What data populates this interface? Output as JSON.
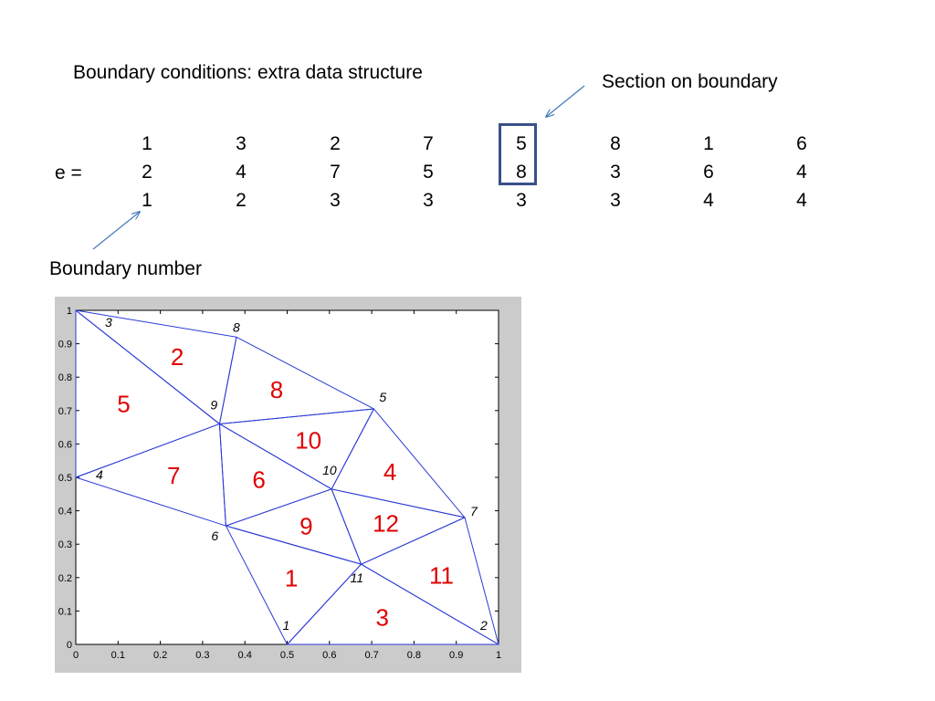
{
  "title": "Boundary conditions: extra data structure",
  "section_label": "Section on boundary",
  "boundary_label": "Boundary number",
  "matrix": {
    "label": "e =",
    "rows": [
      [
        "1",
        "3",
        "2",
        "7",
        "5",
        "8",
        "1",
        "6"
      ],
      [
        "2",
        "4",
        "7",
        "5",
        "8",
        "3",
        "6",
        "4"
      ],
      [
        "1",
        "2",
        "3",
        "3",
        "3",
        "3",
        "4",
        "4"
      ]
    ],
    "highlighted_column": 4
  },
  "mesh": {
    "x_ticks": [
      "0",
      "0.1",
      "0.2",
      "0.3",
      "0.4",
      "0.5",
      "0.6",
      "0.7",
      "0.8",
      "0.9",
      "1"
    ],
    "y_ticks": [
      "0",
      "0.1",
      "0.2",
      "0.3",
      "0.4",
      "0.5",
      "0.6",
      "0.7",
      "0.8",
      "0.9",
      "1"
    ],
    "xlim": [
      0,
      1
    ],
    "ylim": [
      0,
      1
    ],
    "edge_color": "#2a3ad6",
    "region_color": "#e00000",
    "nodes": [
      {
        "id": "1",
        "x": 0.5,
        "y": 0.0
      },
      {
        "id": "2",
        "x": 1.0,
        "y": 0.0
      },
      {
        "id": "3",
        "x": 0.0,
        "y": 1.0
      },
      {
        "id": "4",
        "x": 0.0,
        "y": 0.5
      },
      {
        "id": "5",
        "x": 0.705,
        "y": 0.705
      },
      {
        "id": "6",
        "x": 0.355,
        "y": 0.355
      },
      {
        "id": "7",
        "x": 0.92,
        "y": 0.38
      },
      {
        "id": "8",
        "x": 0.38,
        "y": 0.92
      },
      {
        "id": "9",
        "x": 0.34,
        "y": 0.66
      },
      {
        "id": "10",
        "x": 0.605,
        "y": 0.465
      },
      {
        "id": "11",
        "x": 0.675,
        "y": 0.24
      }
    ],
    "triangles": [
      {
        "label": "1",
        "nodes": [
          "1",
          "6",
          "11"
        ]
      },
      {
        "label": "2",
        "nodes": [
          "3",
          "8",
          "9"
        ]
      },
      {
        "label": "3",
        "nodes": [
          "1",
          "11",
          "2"
        ]
      },
      {
        "label": "4",
        "nodes": [
          "10",
          "5",
          "7"
        ]
      },
      {
        "label": "5",
        "nodes": [
          "3",
          "9",
          "4"
        ]
      },
      {
        "label": "6",
        "nodes": [
          "9",
          "10",
          "6"
        ]
      },
      {
        "label": "7",
        "nodes": [
          "4",
          "9",
          "6"
        ]
      },
      {
        "label": "8",
        "nodes": [
          "8",
          "5",
          "9"
        ]
      },
      {
        "label": "9",
        "nodes": [
          "6",
          "10",
          "11"
        ]
      },
      {
        "label": "10",
        "nodes": [
          "9",
          "5",
          "10"
        ]
      },
      {
        "label": "11",
        "nodes": [
          "11",
          "7",
          "2"
        ]
      },
      {
        "label": "12",
        "nodes": [
          "10",
          "7",
          "11"
        ]
      }
    ]
  }
}
